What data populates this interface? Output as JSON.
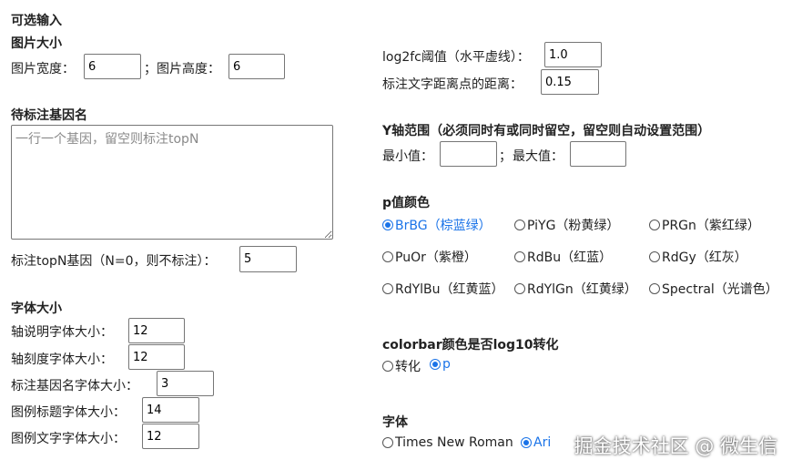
{
  "optional": {
    "title": "可选输入"
  },
  "image_size": {
    "title": "图片大小",
    "width_label": "图片宽度：",
    "width_value": "6",
    "sep": "；",
    "height_label": "图片高度：",
    "height_value": "6"
  },
  "genes": {
    "title": "待标注基因名",
    "placeholder": "一行一个基因，留空则标注topN",
    "topn_label": "标注topN基因（N=0，则不标注）：",
    "topn_value": "5"
  },
  "font_size": {
    "title": "字体大小",
    "fields": [
      {
        "label": "轴说明字体大小：",
        "value": "12"
      },
      {
        "label": "轴刻度字体大小：",
        "value": "12"
      },
      {
        "label": "标注基因名字体大小：",
        "value": "3"
      },
      {
        "label": "图例标题字体大小：",
        "value": "14"
      },
      {
        "label": "图例文字字体大小：",
        "value": "12"
      }
    ]
  },
  "threshold": {
    "log2fc_label": "log2fc阈值（水平虚线）：",
    "log2fc_value": "1.0",
    "text_dist_label": "标注文字距离点的距离：",
    "text_dist_value": "0.15"
  },
  "y_range": {
    "title": "Y轴范围（必须同时有或同时留空，留空则自动设置范围）",
    "min_label": "最小值：",
    "min_value": "",
    "sep": "；",
    "max_label": "最大值：",
    "max_value": ""
  },
  "p_color": {
    "title": "p值颜色",
    "options": [
      {
        "label": "BrBG（棕蓝绿）",
        "selected": true
      },
      {
        "label": "PiYG（粉黄绿）",
        "selected": false
      },
      {
        "label": "PRGn（紫红绿）",
        "selected": false
      },
      {
        "label": "PuOr（紫橙）",
        "selected": false
      },
      {
        "label": "RdBu（红蓝）",
        "selected": false
      },
      {
        "label": "RdGy（红灰）",
        "selected": false
      },
      {
        "label": "RdYlBu（红黄蓝）",
        "selected": false
      },
      {
        "label": "RdYlGn（红黄绿）",
        "selected": false
      },
      {
        "label": "Spectral（光谱色）",
        "selected": false
      }
    ]
  },
  "colorbar": {
    "title": "colorbar颜色是否log10转化",
    "options": [
      {
        "label": "转化",
        "selected": false
      },
      {
        "label": "p",
        "selected": true
      }
    ]
  },
  "font": {
    "title": "字体",
    "options": [
      {
        "label": "Times New Roman",
        "selected": false
      },
      {
        "label": "Ari",
        "selected": true
      }
    ]
  },
  "watermark": "掘金技术社区 @ 微生信",
  "accent_color": "#1a73e8"
}
